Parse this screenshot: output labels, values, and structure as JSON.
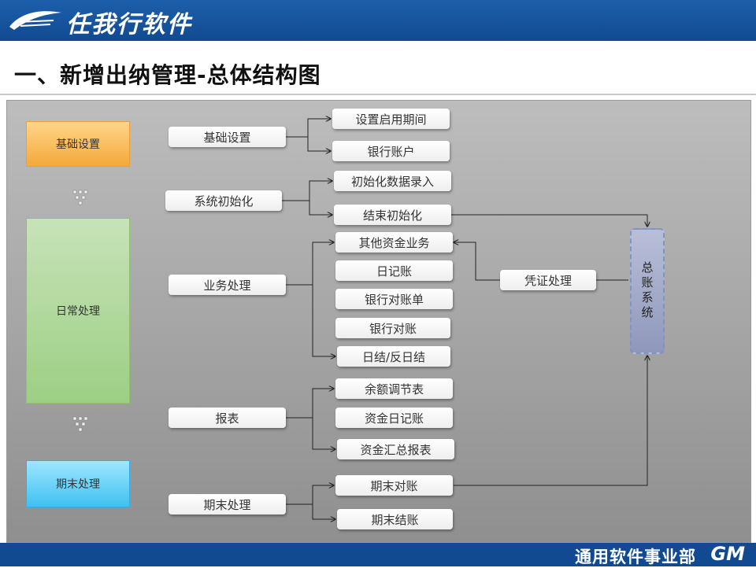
{
  "header": {
    "logo_text": "任我行软件"
  },
  "page_title": "一、新增出纳管理-总体结构图",
  "stages": {
    "basic": "基础设置",
    "daily": "日常处理",
    "period_end": "期末处理"
  },
  "categories": {
    "basic": "基础设置",
    "init": "系统初始化",
    "business": "业务处理",
    "reports": "报表",
    "period_end": "期末处理"
  },
  "items": {
    "enable_period": "设置启用期间",
    "bank_account": "银行账户",
    "init_data_entry": "初始化数据录入",
    "end_init": "结束初始化",
    "other_fund_business": "其他资金业务",
    "journal": "日记账",
    "bank_statement": "银行对账单",
    "bank_reconcile": "银行对账",
    "daily_close": "日结/反日结",
    "balance_adjust_table": "余额调节表",
    "fund_journal": "资金日记账",
    "fund_summary_report": "资金汇总报表",
    "period_reconcile": "期末对账",
    "period_close": "期末结账"
  },
  "voucher": "凭证处理",
  "general_ledger": "总账系统",
  "footer": {
    "dept": "通用软件事业部",
    "logo": "GM"
  },
  "colors": {
    "header_blue": "#1d5fab",
    "basic_orange": "#f4a93a",
    "daily_green": "#9ccf84",
    "end_blue": "#3fc1f0",
    "ledger_lavender": "#8f98bb"
  }
}
